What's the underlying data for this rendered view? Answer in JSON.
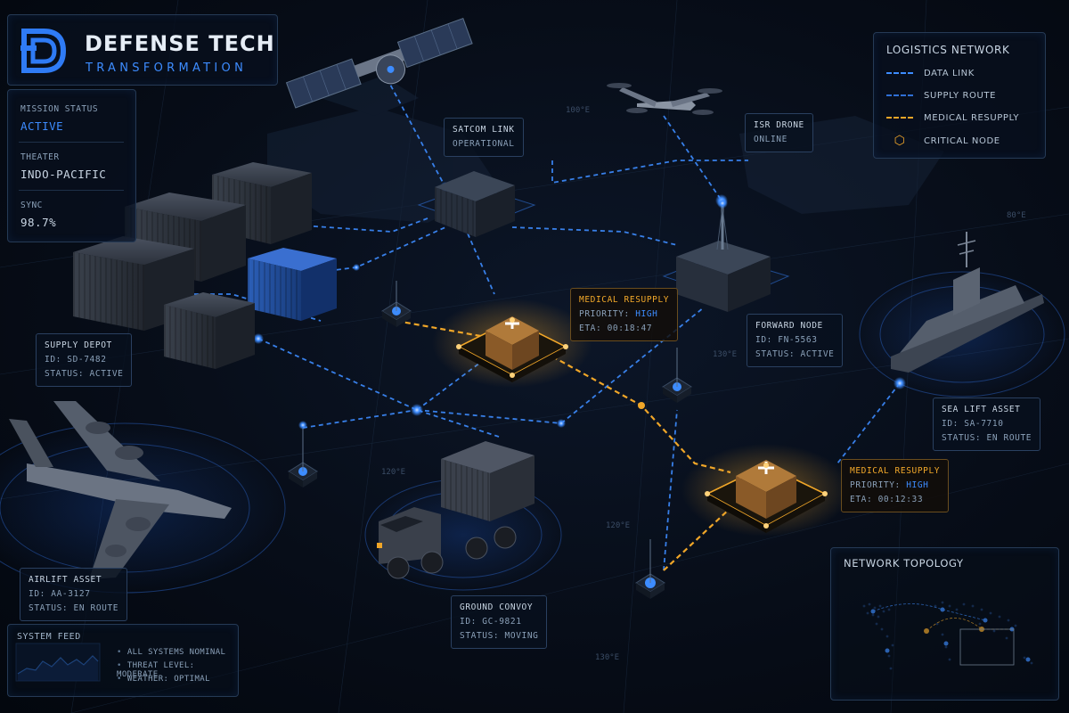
{
  "brand": {
    "title": "DEFENSE TECH",
    "subtitle": "TRANSFORMATION"
  },
  "status": {
    "mission_label": "MISSION STATUS",
    "mission_value": "ACTIVE",
    "theater_label": "THEATER",
    "theater_value": "INDO-PACIFIC",
    "sync_label": "SYNC",
    "sync_value": "98.7%"
  },
  "legend": {
    "title": "LOGISTICS NETWORK",
    "items": [
      {
        "label": "DATA LINK",
        "color": "#3d8cff",
        "style": "dashed"
      },
      {
        "label": "SUPPLY ROUTE",
        "color": "#2f6fd6",
        "style": "dashed"
      },
      {
        "label": "MEDICAL RESUPPLY",
        "color": "#f0a628",
        "style": "dashed"
      },
      {
        "label": "CRITICAL NODE",
        "color": "#f0a628",
        "style": "hexagon"
      }
    ]
  },
  "nodes": {
    "satcom": {
      "title": "SATCOM LINK",
      "status": "OPERATIONAL"
    },
    "drone": {
      "title": "ISR DRONE",
      "status": "ONLINE"
    },
    "med1": {
      "title": "MEDICAL RESUPPLY",
      "priority_label": "PRIORITY:",
      "priority": "HIGH",
      "eta": "ETA: 00:18:47"
    },
    "med2": {
      "title": "MEDICAL RESUPPLY",
      "priority_label": "PRIORITY:",
      "priority": "HIGH",
      "eta": "ETA: 00:12:33"
    },
    "forward": {
      "title": "FORWARD NODE",
      "id": "ID: FN-5563",
      "status": "STATUS: ACTIVE"
    },
    "depot": {
      "title": "SUPPLY DEPOT",
      "id": "ID: SD-7482",
      "status": "STATUS: ACTIVE"
    },
    "sealift": {
      "title": "SEA LIFT ASSET",
      "id": "ID: SA-7710",
      "status": "STATUS: EN ROUTE"
    },
    "airlift": {
      "title": "AIRLIFT ASSET",
      "id": "ID: AA-3127",
      "status": "STATUS: EN ROUTE"
    },
    "convoy": {
      "title": "GROUND CONVOY",
      "id": "ID: GC-9821",
      "status": "STATUS: MOVING"
    }
  },
  "feed": {
    "title": "SYSTEM FEED",
    "items": [
      "ALL SYSTEMS NOMINAL",
      "THREAT LEVEL: MODERATE",
      "WEATHER: OPTIMAL"
    ]
  },
  "topology": {
    "title": "NETWORK TOPOLOGY"
  },
  "map_coords": [
    "100°E",
    "80°E",
    "130°E",
    "120°E",
    "130°E",
    "120°E"
  ],
  "colors": {
    "accent": "#3d8cff",
    "medical": "#f0a628",
    "bg": "#070d18"
  }
}
